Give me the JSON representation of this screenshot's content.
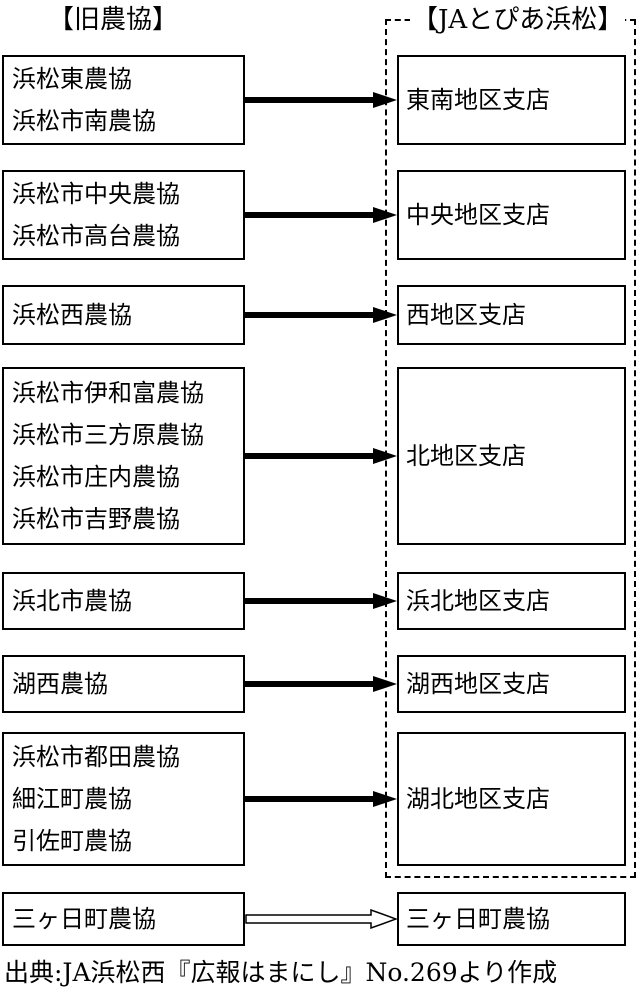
{
  "headers": {
    "old": "【旧農協】",
    "new": "【JAとぴあ浜松】"
  },
  "mergers": [
    {
      "old": [
        "浜松東農協",
        "浜松市南農協"
      ],
      "new": "東南地区支店",
      "arrow": "solid"
    },
    {
      "old": [
        "浜松市中央農協",
        "浜松市高台農協"
      ],
      "new": "中央地区支店",
      "arrow": "solid"
    },
    {
      "old": [
        "浜松西農協"
      ],
      "new": "西地区支店",
      "arrow": "solid"
    },
    {
      "old": [
        "浜松市伊和富農協",
        "浜松市三方原農協",
        "浜松市庄内農協",
        "浜松市吉野農協"
      ],
      "new": "北地区支店",
      "arrow": "solid"
    },
    {
      "old": [
        "浜北市農協"
      ],
      "new": "浜北地区支店",
      "arrow": "solid"
    },
    {
      "old": [
        "湖西農協"
      ],
      "new": "湖西地区支店",
      "arrow": "solid"
    },
    {
      "old": [
        "浜松市都田農協",
        "細江町農協",
        "引佐町農協"
      ],
      "new": "湖北地区支店",
      "arrow": "solid"
    },
    {
      "old": [
        "三ヶ日町農協"
      ],
      "new": "三ヶ日町農協",
      "arrow": "hollow"
    }
  ],
  "footer": "出典:JA浜松西『広報はまにし』No.269より作成"
}
